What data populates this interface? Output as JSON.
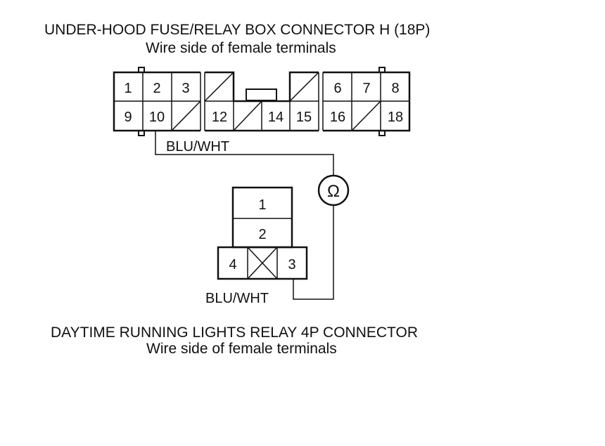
{
  "top_connector": {
    "title": "UNDER-HOOD FUSE/RELAY BOX CONNECTOR H (18P)",
    "subtitle": "Wire side of female terminals",
    "pins_row1": [
      "1",
      "2",
      "3",
      "6",
      "7",
      "8"
    ],
    "pins_row2": [
      "9",
      "10",
      "12",
      "14",
      "15",
      "16",
      "18"
    ]
  },
  "bottom_connector": {
    "title": "DAYTIME RUNNING LIGHTS RELAY 4P CONNECTOR",
    "subtitle": "Wire side of female terminals",
    "pins": [
      "1",
      "2",
      "4",
      "3"
    ]
  },
  "wires": {
    "top_label": "BLU/WHT",
    "bottom_label": "BLU/WHT"
  },
  "meter": {
    "symbol": "Ω"
  }
}
